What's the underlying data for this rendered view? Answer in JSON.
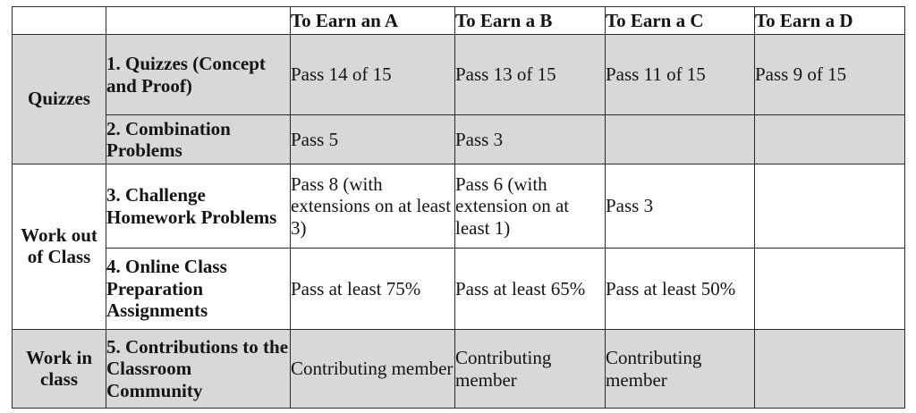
{
  "table": {
    "columns": [
      {
        "key": "category",
        "label": ""
      },
      {
        "key": "item",
        "label": ""
      },
      {
        "key": "a",
        "label": "To Earn an A"
      },
      {
        "key": "b",
        "label": "To Earn a B"
      },
      {
        "key": "c",
        "label": "To Earn a C"
      },
      {
        "key": "d",
        "label": "To Earn a D"
      }
    ],
    "categories": [
      {
        "label": "Quizzes",
        "rowspan": 2,
        "shaded": true
      },
      {
        "label": "Work out of Class",
        "rowspan": 2,
        "shaded": false
      },
      {
        "label": "Work in class",
        "rowspan": 1,
        "shaded": true
      }
    ],
    "rows": [
      {
        "item": "1. Quizzes (Concept and Proof)",
        "a": "Pass 14 of 15",
        "b": "Pass 13 of 15",
        "c": "Pass 11 of 15",
        "d": "Pass 9 of 15",
        "shaded": true
      },
      {
        "item": "2. Combination Problems",
        "a": "Pass 5",
        "b": "Pass 3",
        "c": "",
        "d": "",
        "shaded": true
      },
      {
        "item": "3. Challenge Homework Problems",
        "a": "Pass 8 (with extensions on at least 3)",
        "b": "Pass 6 (with extension on at least 1)",
        "c": "Pass 3",
        "d": "",
        "shaded": false
      },
      {
        "item": "4. Online Class Preparation Assignments",
        "a": "Pass at least 75%",
        "b": "Pass at least 65%",
        "c": "Pass at least 50%",
        "d": "",
        "shaded": false
      },
      {
        "item": "5. Contributions to the Classroom Community",
        "a": "Contributing member",
        "b": "Contributing member",
        "c": "Contributing member",
        "d": "",
        "shaded": true
      }
    ]
  },
  "style": {
    "shaded_cell_color": "#d8d8d8",
    "border_color": "#2b2b2b",
    "text_color": "#141414",
    "page_background": "#ffffff"
  }
}
